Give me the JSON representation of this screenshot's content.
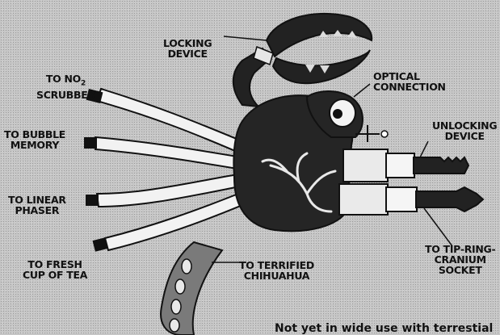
{
  "labels": {
    "locking_device": [
      "LOCKING",
      "DEVICE"
    ],
    "optical_connection": [
      "OPTICAL",
      "CONNECTION"
    ],
    "no2_scrubber": [
      "TO NO",
      "2",
      "SCRUBBER"
    ],
    "bubble_memory": [
      "TO BUBBLE",
      "MEMORY"
    ],
    "unlocking_device": [
      "UNLOCKING",
      "DEVICE"
    ],
    "linear_phaser": [
      "TO LINEAR",
      "PHASER"
    ],
    "fresh_tea": [
      "TO FRESH",
      "CUP OF TEA"
    ],
    "terrified_chihuahua": [
      "TO TERRIFIED",
      "CHIHUAHUA"
    ],
    "tip_ring_cranium": [
      "TO TIP-RING-",
      "CRANIUM",
      "SOCKET"
    ]
  },
  "caption": "Not yet in wide use with terrestial"
}
